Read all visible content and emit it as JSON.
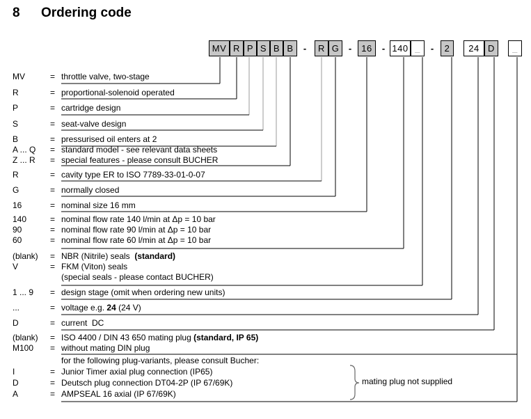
{
  "title": {
    "number": "8",
    "text": "Ordering code"
  },
  "equals_sign": "=",
  "colors": {
    "box_fill_gray": "#c6c6c6",
    "muted_placeholder": "#8f8f8f",
    "line_black": "#000000",
    "line_gray": "#9b9b9b"
  },
  "code_boxes": [
    {
      "label": "MV",
      "style": "gray"
    },
    {
      "label": "R",
      "style": "gray"
    },
    {
      "label": "P",
      "style": "gray"
    },
    {
      "label": "S",
      "style": "gray"
    },
    {
      "label": "B",
      "style": "gray"
    },
    {
      "label": "B",
      "style": "gray"
    },
    {
      "label": "-",
      "style": "dash"
    },
    {
      "label": "R",
      "style": "gray"
    },
    {
      "label": "G",
      "style": "gray"
    },
    {
      "label": "-",
      "style": "dash"
    },
    {
      "label": "16",
      "style": "gray"
    },
    {
      "label": "-",
      "style": "dash"
    },
    {
      "label": "140",
      "style": "white"
    },
    {
      "label": "_",
      "style": "white-muted"
    },
    {
      "label": "-",
      "style": "dash"
    },
    {
      "label": "2",
      "style": "gray"
    },
    {
      "label": "24",
      "style": "white"
    },
    {
      "label": "D",
      "style": "gray"
    },
    {
      "label": "_",
      "style": "white-muted"
    }
  ],
  "rows": [
    {
      "code": "MV",
      "desc": [
        {
          "t": "throttle valve, two-stage"
        }
      ]
    },
    {
      "code": "R",
      "desc": [
        {
          "t": "proportional-solenoid operated"
        }
      ]
    },
    {
      "code": "P",
      "desc": [
        {
          "t": "cartridge design"
        }
      ]
    },
    {
      "code": "S",
      "desc": [
        {
          "t": "seat-valve design"
        }
      ]
    },
    {
      "code": "B",
      "desc": [
        {
          "t": "pressurised oil enters at 2"
        }
      ]
    },
    {
      "code": "A ... Q",
      "desc": [
        {
          "t": "standard model - see relevant data sheets"
        }
      ]
    },
    {
      "code": "Z ... R",
      "desc": [
        {
          "t": "special features - please consult BUCHER"
        }
      ]
    },
    {
      "code": "R",
      "desc": [
        {
          "t": "cavity type ER to ISO 7789-33-01-0-07"
        }
      ]
    },
    {
      "code": "G",
      "desc": [
        {
          "t": "normally closed"
        }
      ]
    },
    {
      "code": "16",
      "desc": [
        {
          "t": "nominal size 16 mm"
        }
      ]
    },
    {
      "code": "140",
      "desc": [
        {
          "t": "nominal flow rate 140 l/min at Δp = 10 bar"
        }
      ]
    },
    {
      "code": "90",
      "desc": [
        {
          "t": "nominal flow rate 90 l/min at Δp = 10 bar"
        }
      ]
    },
    {
      "code": "60",
      "desc": [
        {
          "t": "nominal flow rate 60 l/min at Δp = 10 bar"
        }
      ]
    },
    {
      "code": "(blank)",
      "desc": [
        {
          "t": "NBR (Nitrile) seals  "
        },
        {
          "t": "(standard)",
          "b": true
        }
      ]
    },
    {
      "code": "V",
      "desc": [
        {
          "t": "FKM (Viton) seals"
        }
      ]
    },
    {
      "code": "",
      "desc": [
        {
          "t": "(special seals - please contact BUCHER)"
        }
      ]
    },
    {
      "code": "1 ... 9",
      "desc": [
        {
          "t": "design stage (omit when ordering new units)"
        }
      ]
    },
    {
      "code": "...",
      "desc": [
        {
          "t": "voltage e.g. "
        },
        {
          "t": "24",
          "b": true
        },
        {
          "t": " (24 V)"
        }
      ]
    },
    {
      "code": "D",
      "desc": [
        {
          "t": "current  DC"
        }
      ]
    },
    {
      "code": "(blank)",
      "desc": [
        {
          "t": "ISO 4400 / DIN 43 650 mating plug "
        },
        {
          "t": "(standard, IP 65)",
          "b": true
        }
      ]
    },
    {
      "code": "M100",
      "desc": [
        {
          "t": "without mating DIN plug"
        }
      ]
    },
    {
      "code": "",
      "desc": [
        {
          "t": "for the following plug-variants, please consult Bucher:"
        }
      ]
    },
    {
      "code": "I",
      "desc": [
        {
          "t": "Junior Timer axial plug connection (IP65)"
        }
      ]
    },
    {
      "code": "D",
      "desc": [
        {
          "t": "Deutsch plug connection DT04-2P (IP 67/69K)"
        }
      ]
    },
    {
      "code": "A",
      "desc": [
        {
          "t": "AMPSEAL 16 axial (IP 67/69K)"
        }
      ]
    }
  ],
  "brace_note": "mating plug not supplied"
}
